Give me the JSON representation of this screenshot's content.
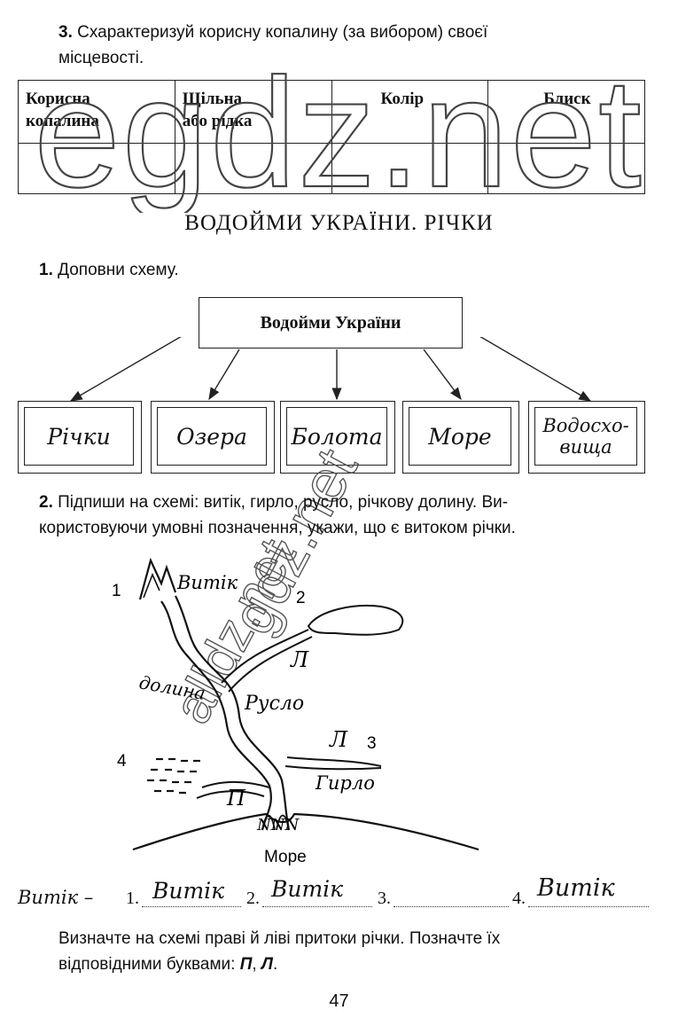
{
  "task3": {
    "number": "3.",
    "text_line1": "Схарактеризуй корисну копалину (за вибором) своєї",
    "text_line2": "місцевості.",
    "headers": [
      {
        "line1": "Корисна",
        "line2": "копалина"
      },
      {
        "line1": "Щільна",
        "line2": "або рідка"
      },
      {
        "line1": "Колір",
        "line2": ""
      },
      {
        "line1": "Блиск",
        "line2": ""
      }
    ]
  },
  "section": {
    "title": "ВОДОЙМИ УКРАЇНИ. РІЧКИ"
  },
  "task1": {
    "number": "1.",
    "text": "Доповни схему.",
    "main_box": "Водойми України",
    "answers": [
      {
        "line1": "Річки",
        "line2": ""
      },
      {
        "line1": "Озера",
        "line2": ""
      },
      {
        "line1": "Болота",
        "line2": ""
      },
      {
        "line1": "Море",
        "line2": ""
      },
      {
        "line1": "Водосхо-",
        "line2": "вища"
      }
    ]
  },
  "task2": {
    "number": "2.",
    "text_line1": "Підпиши на схемі: витік, гирло, русло, річкову долину. Ви-",
    "text_line2": "користовуючи умовні позначення, укажи, що є витоком річки.",
    "diagram": {
      "markers": [
        "1",
        "2",
        "3",
        "4"
      ],
      "hand_labels": {
        "source": "Витік",
        "valley": "долина",
        "channel": "Русло",
        "mouth": "Гирло",
        "left1": "Л",
        "left2": "Л",
        "right": "П",
        "delta": "NNN"
      },
      "sea": "Море"
    },
    "answers_label": "Витік –",
    "answers": [
      {
        "num": "1.",
        "value": "Витік"
      },
      {
        "num": "2.",
        "value": "Витік"
      },
      {
        "num": "3.",
        "value": ""
      },
      {
        "num": "4.",
        "value": "Витік"
      }
    ],
    "note_line1": "Визначте на схемі праві й ліві притоки річки. Позначте їх",
    "note_line2_prefix": "відповідними буквами: ",
    "note_p": "П",
    "note_sep": ", ",
    "note_l": "Л",
    "note_end": "."
  },
  "watermarks": {
    "main": "egdz.net",
    "diagonal": "gdz.net",
    "diagonal2": "alldz.net"
  },
  "page": {
    "number": "47"
  }
}
